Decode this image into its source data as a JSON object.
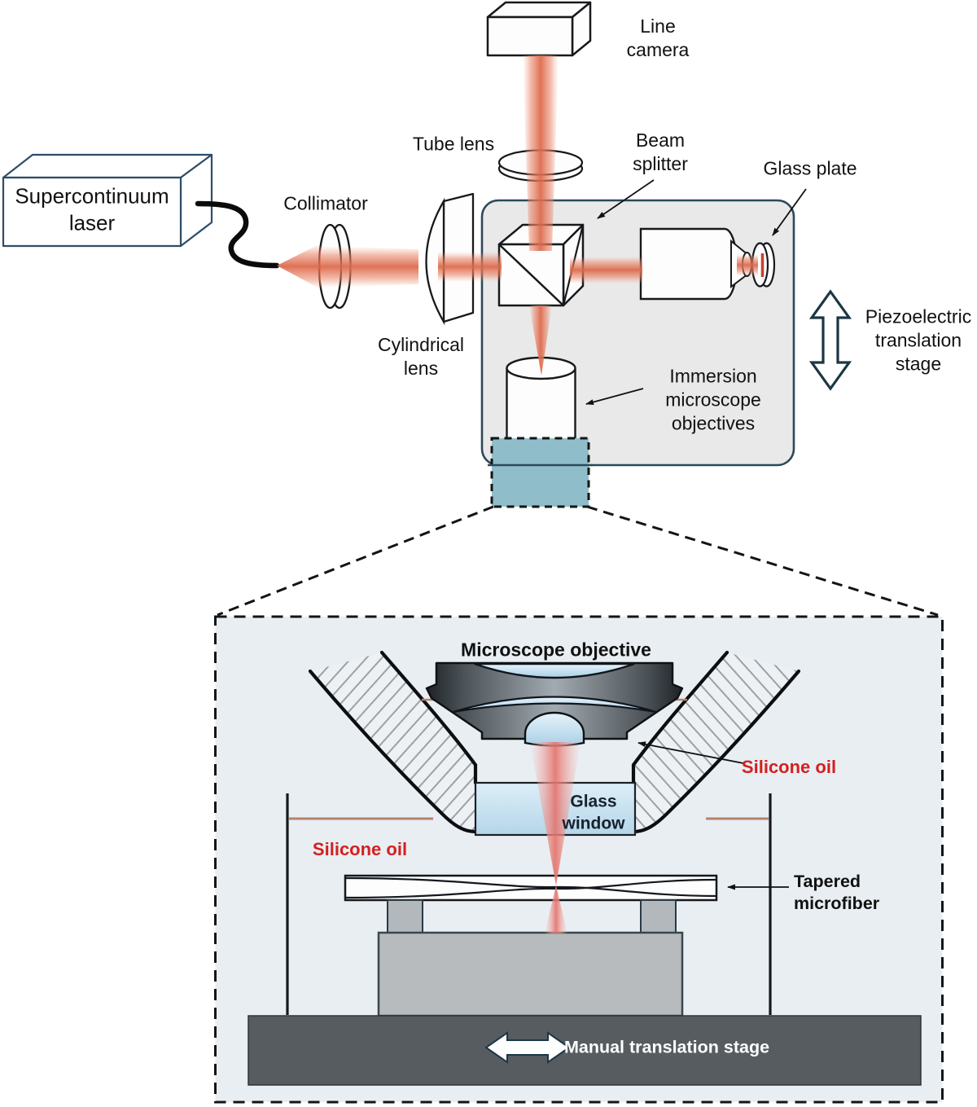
{
  "figure": {
    "top": {
      "labels": {
        "supercontinuum_laser": "Supercontinuum\nlaser",
        "collimator": "Collimator",
        "cylindrical_lens": "Cylindrical\nlens",
        "line_camera": "Line\ncamera",
        "tube_lens": "Tube lens",
        "beam_splitter": "Beam\nsplitter",
        "glass_plate": "Glass plate",
        "piezoelectric_stage": "Piezoelectric\ntranslation\nstage",
        "immersion_objectives": "Immersion\nmicroscope\nobjectives"
      }
    },
    "inset": {
      "labels": {
        "microscope_objective": "Microscope objective",
        "silicone_oil_upper": "Silicone oil",
        "glass_window": "Glass\nwindow",
        "silicone_oil_lower": "Silicone oil",
        "tapered_microfiber": "Tapered\nmicrofiber",
        "manual_translation_stage": "Manual translation stage"
      }
    },
    "colors": {
      "beam": "#dc6a4c",
      "inset_beam": "#e4807a",
      "red_label": "#d32020",
      "panel_fill": "#e9e9e9",
      "panel_border": "#2b4a5a",
      "sample_square": "#8fbeca",
      "inset_fill": "#e8eef2",
      "oil_line": "#b5836a",
      "stage_dark": "#575c60",
      "stage_gray": "#b7bbbe"
    }
  }
}
